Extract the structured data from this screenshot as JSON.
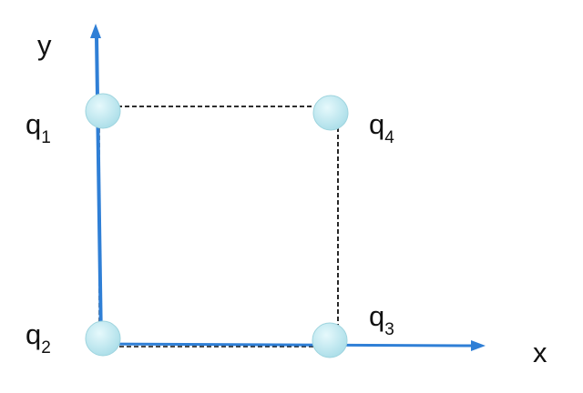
{
  "diagram": {
    "axes": {
      "x_label": "x",
      "y_label": "y",
      "color": "#2f7fd6"
    },
    "charges": [
      {
        "id": "q1",
        "base": "q",
        "subscript": "1"
      },
      {
        "id": "q2",
        "base": "q",
        "subscript": "2"
      },
      {
        "id": "q3",
        "base": "q",
        "subscript": "3"
      },
      {
        "id": "q4",
        "base": "q",
        "subscript": "4"
      }
    ],
    "charge_fill": "#c8eef4",
    "square_outline": "dashed",
    "square_stroke_color": "#111111"
  }
}
